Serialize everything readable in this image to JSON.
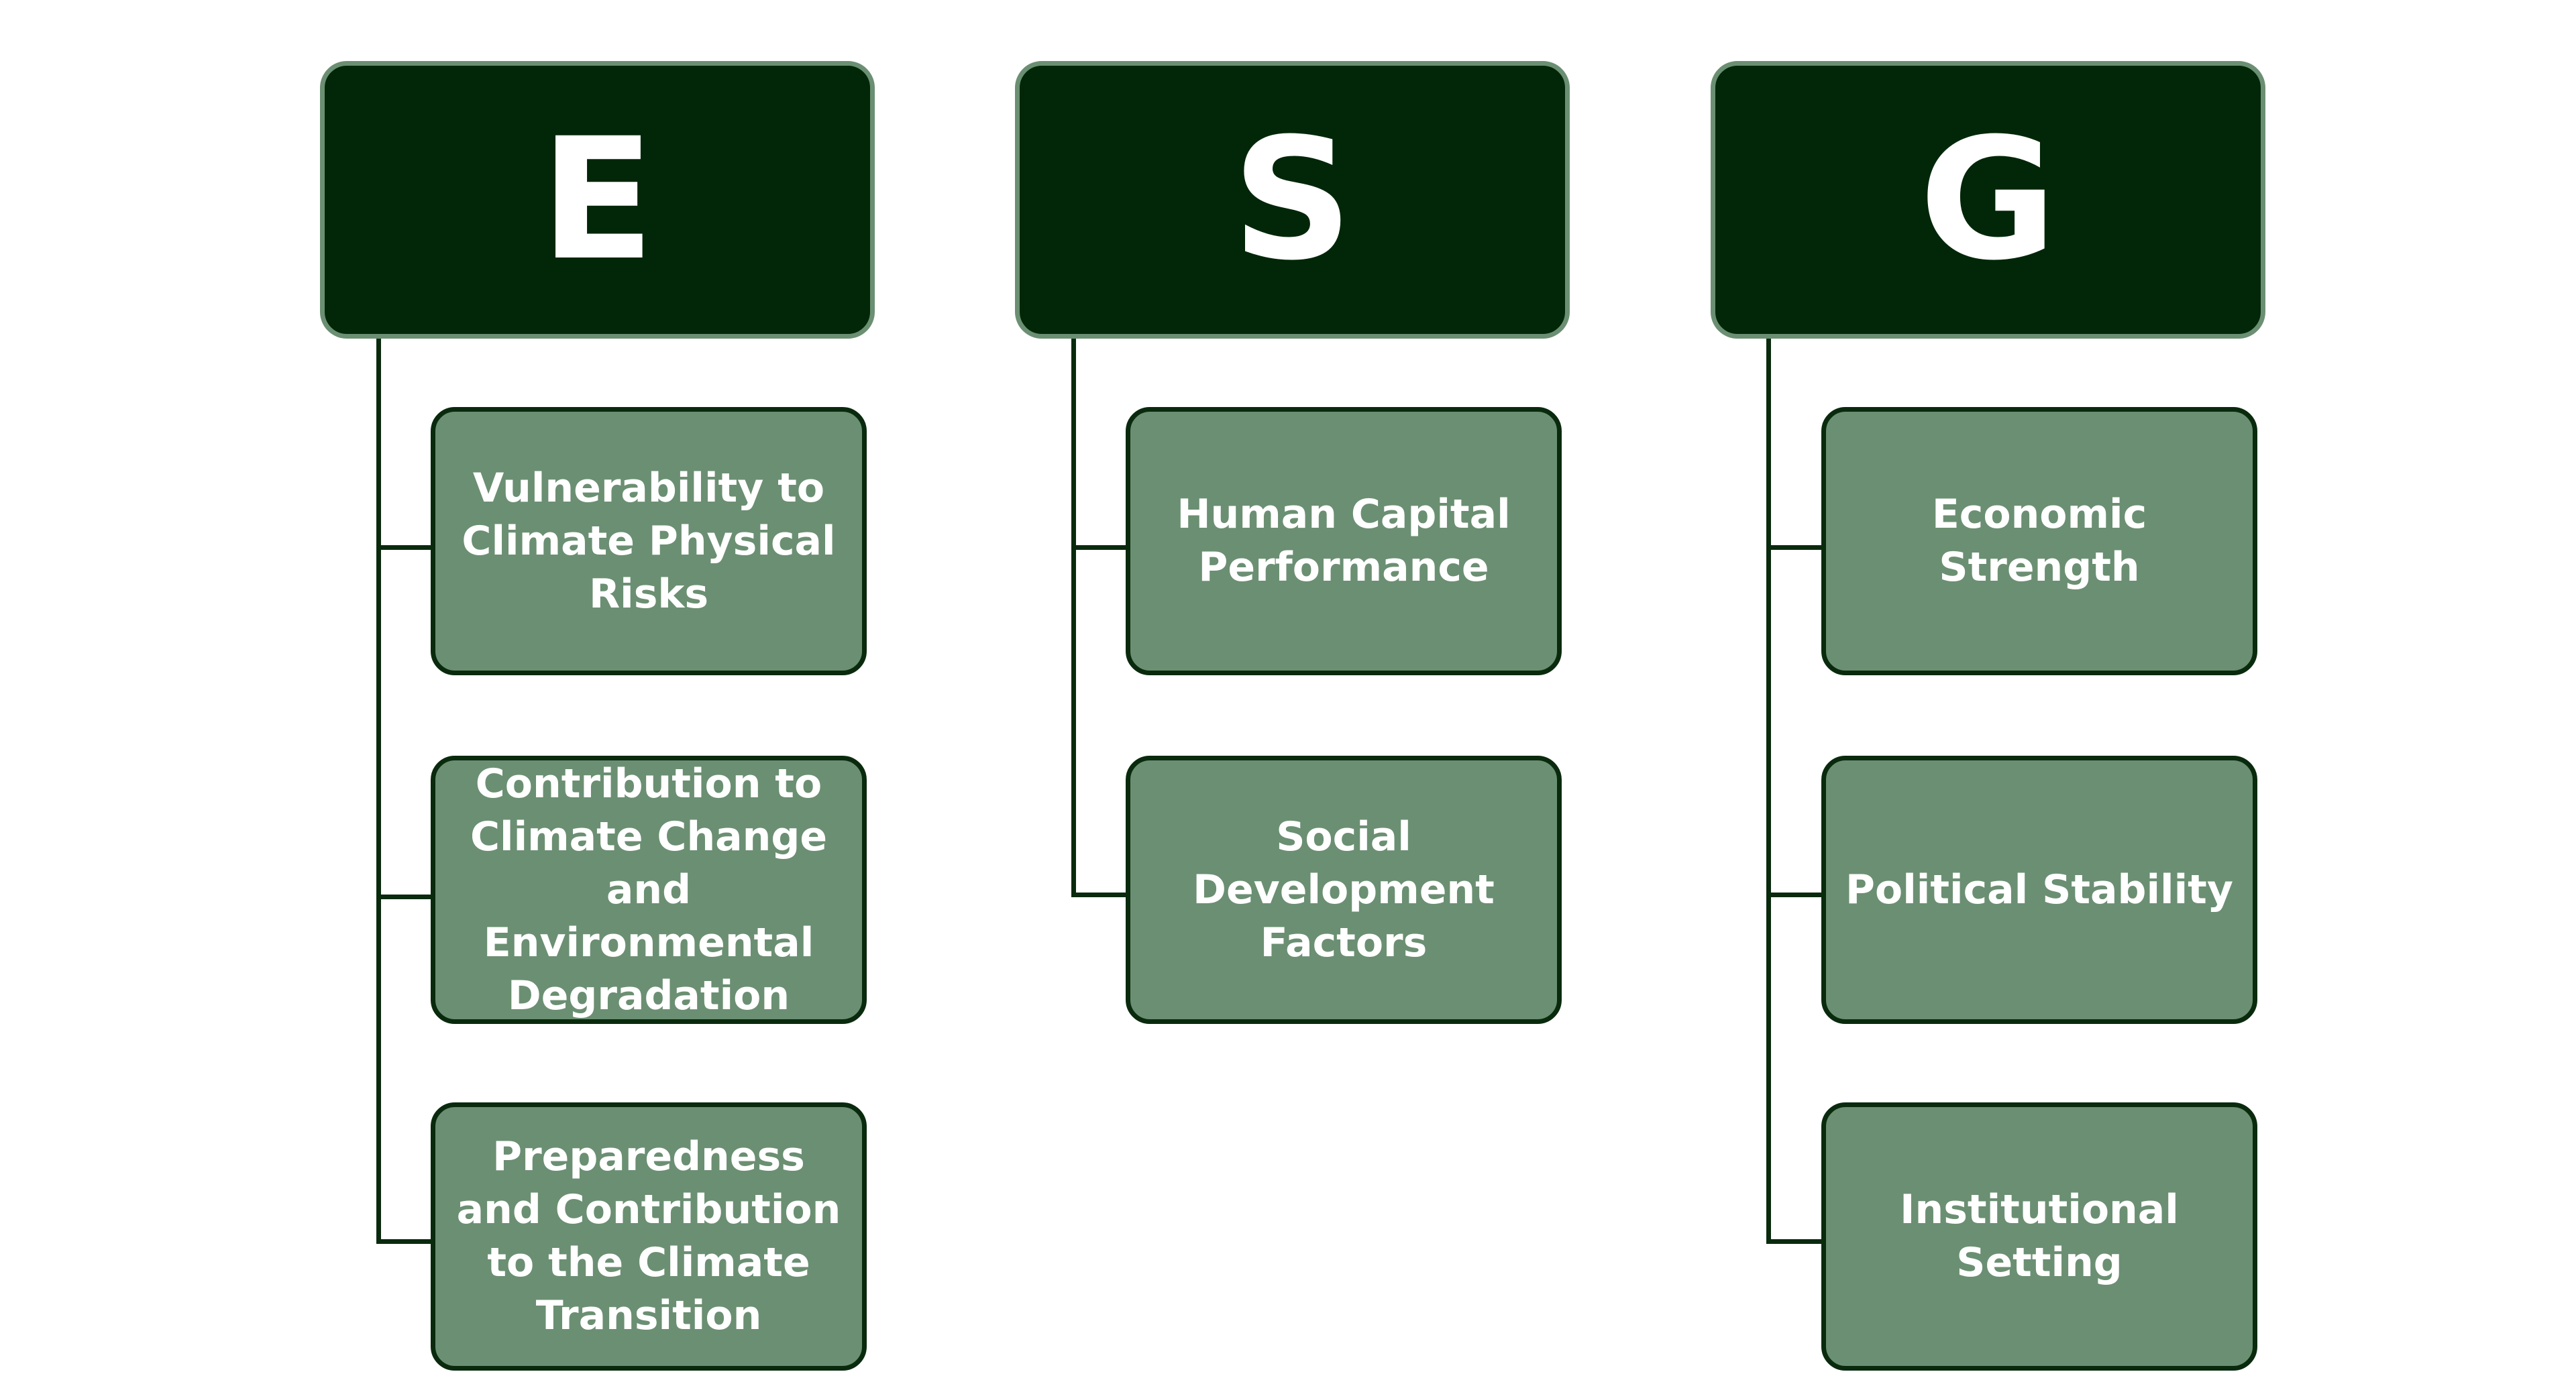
{
  "columns": [
    {
      "letter": "E",
      "items": [
        "Vulnerability to Climate Physical Risks",
        "Contribution to Climate Change and Environmental Degradation",
        "Preparedness and Contribution to the Climate Transition"
      ]
    },
    {
      "letter": "S",
      "items": [
        "Human Capital Performance",
        "Social Development Factors"
      ]
    },
    {
      "letter": "G",
      "items": [
        "Economic Strength",
        "Political Stability",
        "Institutional Setting"
      ]
    }
  ],
  "colors": {
    "header_fill": "#022708",
    "box_fill": "#6b8f72",
    "line": "#0a2a0e"
  }
}
